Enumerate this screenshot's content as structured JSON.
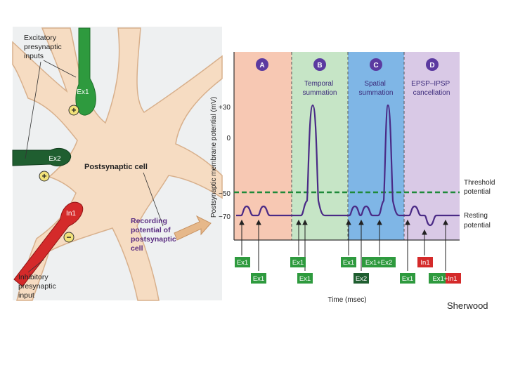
{
  "neuron": {
    "excitatory_label": [
      "Excitatory",
      "presynaptic",
      "inputs"
    ],
    "inhibitory_label": [
      "Inhibitory",
      "presynaptic",
      "input"
    ],
    "cell_label": "Postsynaptic cell",
    "recording_label": [
      "Recording",
      "potential of",
      "postsynaptic",
      "cell"
    ],
    "terminals": [
      "Ex1",
      "Ex2",
      "In1"
    ],
    "plus_sign": "+",
    "minus_sign": "−"
  },
  "graph": {
    "ylabel": "Postsynaptic membrane potential (mV)",
    "xlabel": "Time (msec)",
    "yticks": [
      "+30",
      "0",
      "−50",
      "−70"
    ],
    "panels": [
      {
        "letter": "A",
        "title": [],
        "color": "#f7c8b3"
      },
      {
        "letter": "B",
        "title": [
          "Temporal",
          "summation"
        ],
        "color": "#c6e5c6"
      },
      {
        "letter": "C",
        "title": [
          "Spatial",
          "summation"
        ],
        "color": "#7fb6e6"
      },
      {
        "letter": "D",
        "title": [
          "EPSP–IPSP",
          "cancellation"
        ],
        "color": "#d9c9e6"
      }
    ],
    "threshold_label": [
      "Threshold",
      "potential"
    ],
    "resting_label": [
      "Resting",
      "potential"
    ],
    "stim_row1": [
      "Ex1",
      "Ex1",
      "Ex1",
      "Ex1+Ex2",
      "In1"
    ],
    "stim_row2": [
      "Ex1",
      "Ex1",
      "Ex2",
      "Ex1",
      "Ex1+In1"
    ]
  },
  "credit": "Sherwood"
}
